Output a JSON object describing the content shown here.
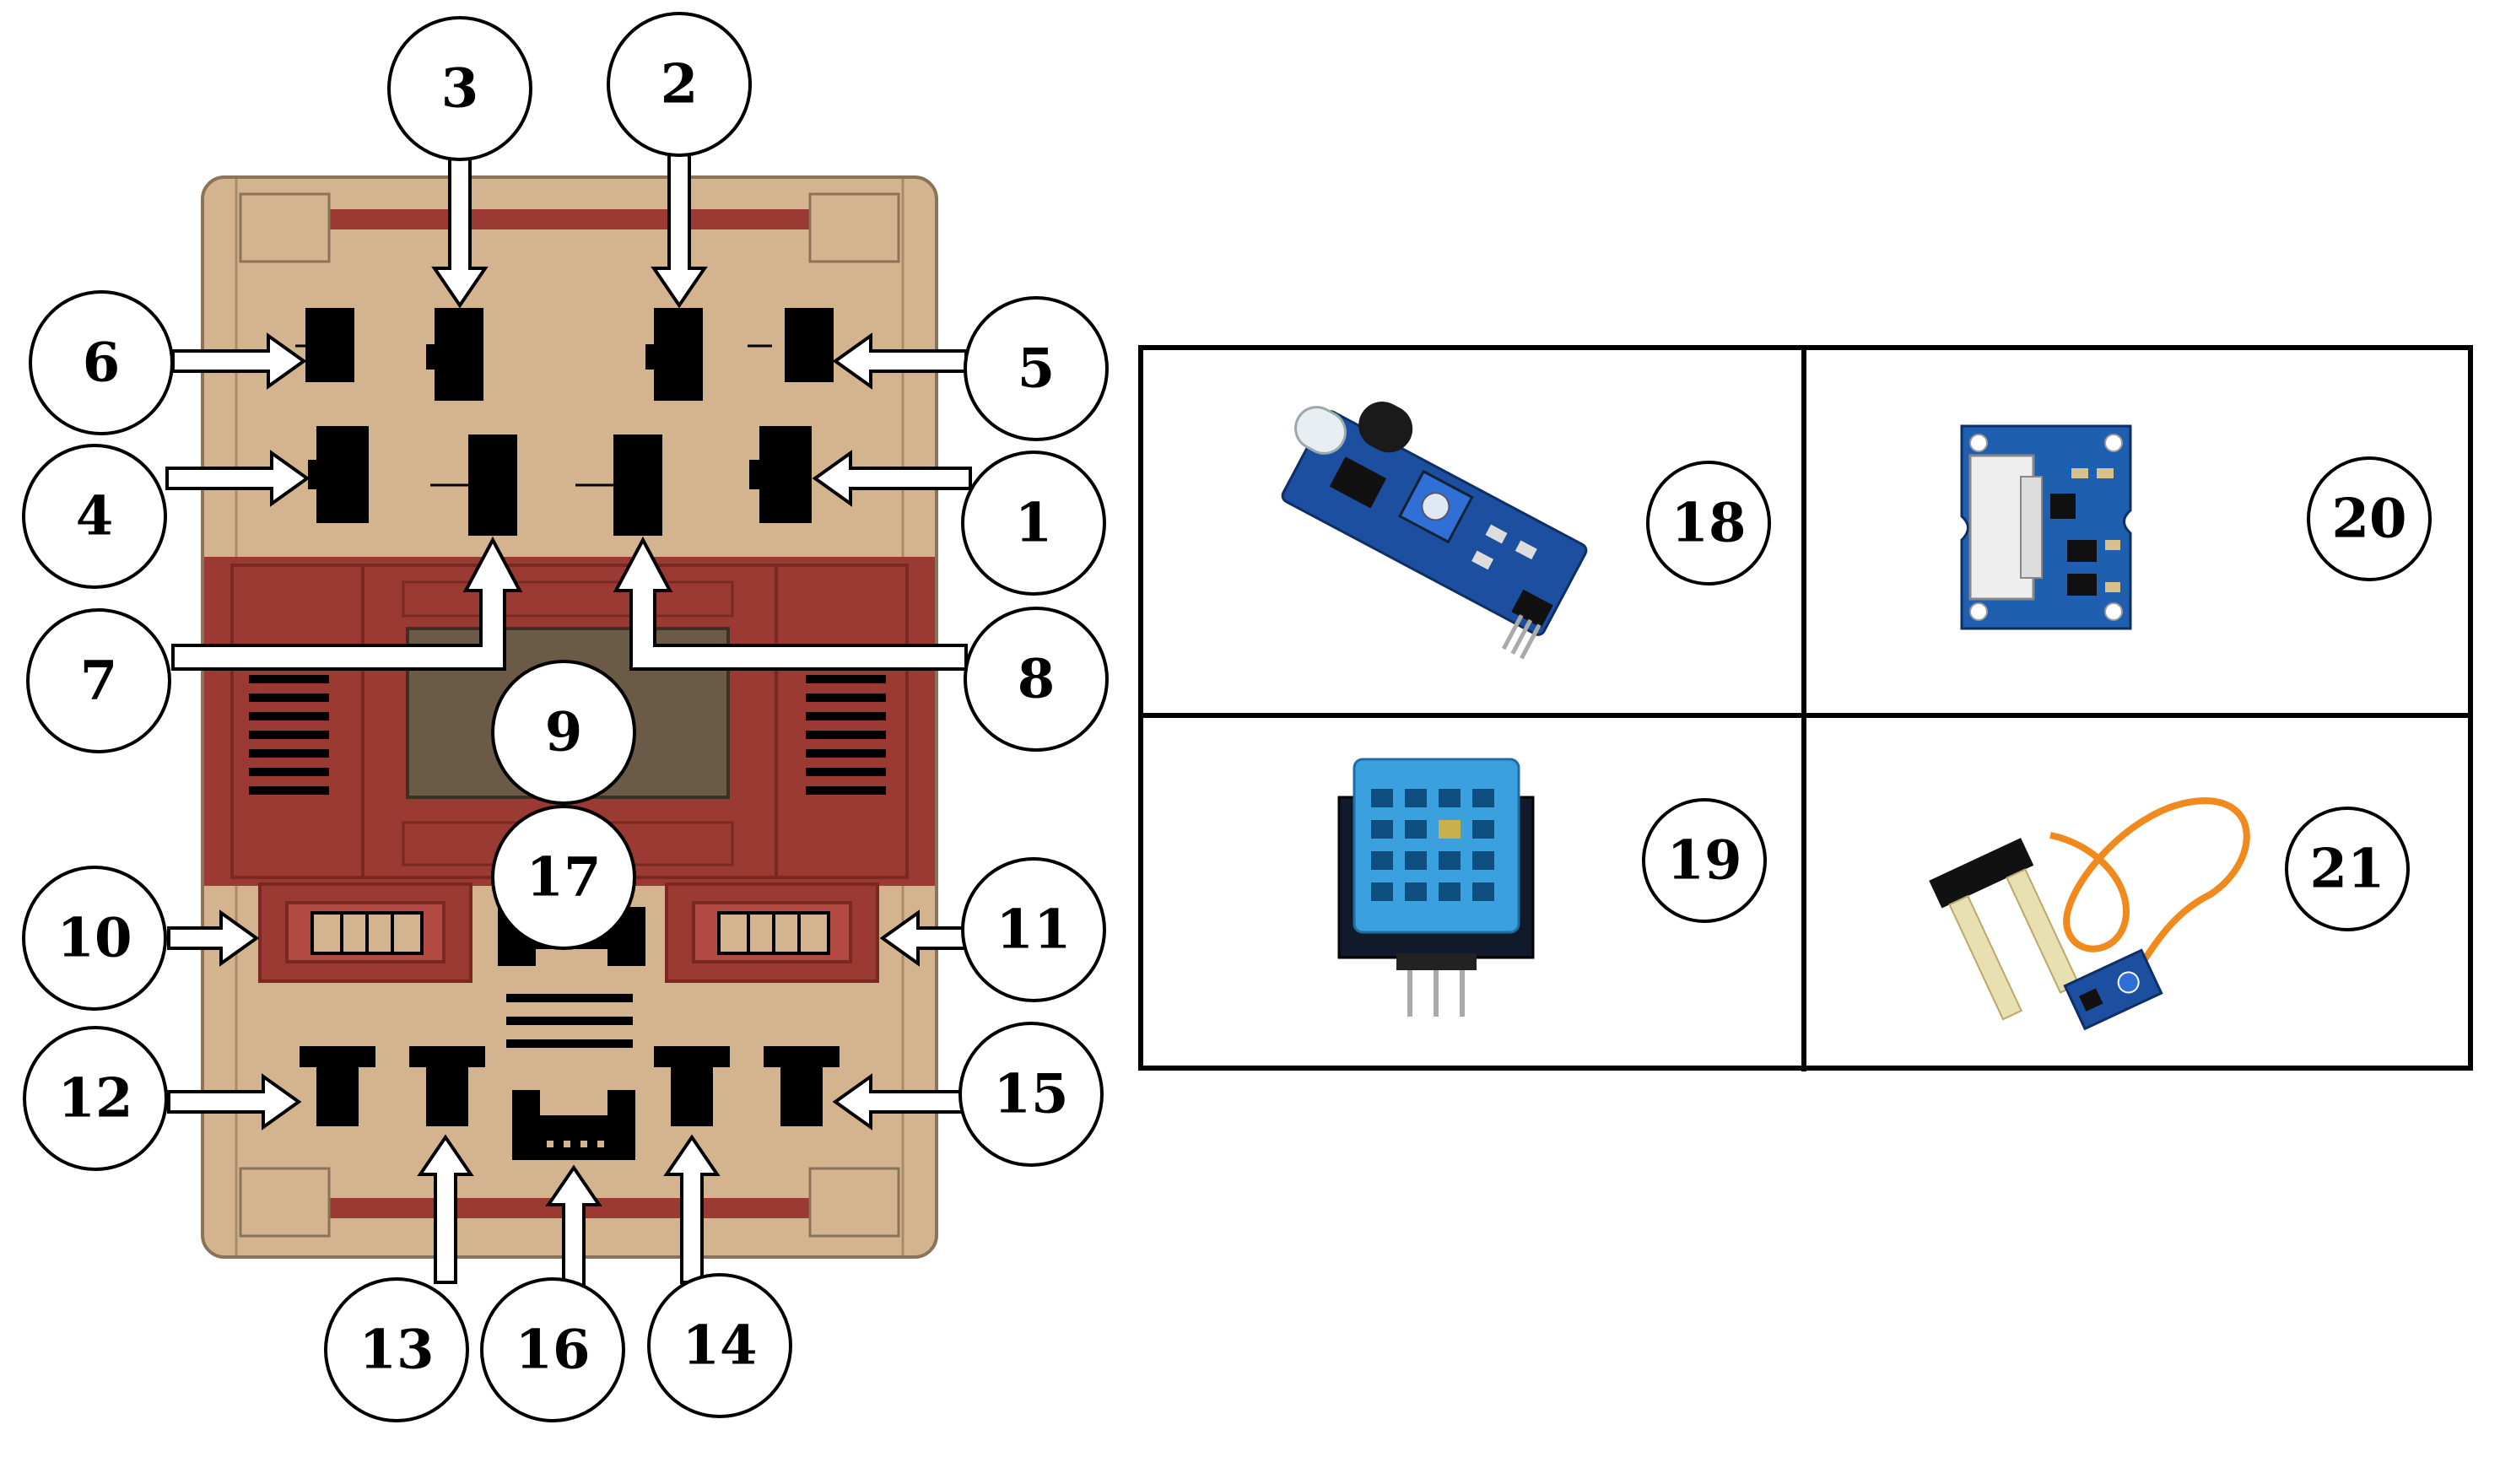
{
  "colors": {
    "enclosure": "#d4b48e",
    "enclosure_edge": "#8a7358",
    "red_panel": "#9b3a33",
    "red_dark": "#7a2822",
    "display": "#6b5a45",
    "board_blue": "#1c4fa0",
    "pot_blue": "#2f6fd6",
    "dht_blue": "#3aa0de"
  },
  "callouts": [
    "1",
    "2",
    "3",
    "4",
    "5",
    "6",
    "7",
    "8",
    "9",
    "10",
    "11",
    "12",
    "13",
    "14",
    "15",
    "16",
    "17",
    "18",
    "19",
    "20",
    "21"
  ],
  "sensor_panel": {
    "cells": [
      {
        "label": "18",
        "icon": "ir-obstacle-sensor-icon"
      },
      {
        "label": "20",
        "icon": "light-sensor-module-icon"
      },
      {
        "label": "19",
        "icon": "dht11-sensor-icon"
      },
      {
        "label": "21",
        "icon": "soil-moisture-sensor-icon"
      }
    ]
  }
}
